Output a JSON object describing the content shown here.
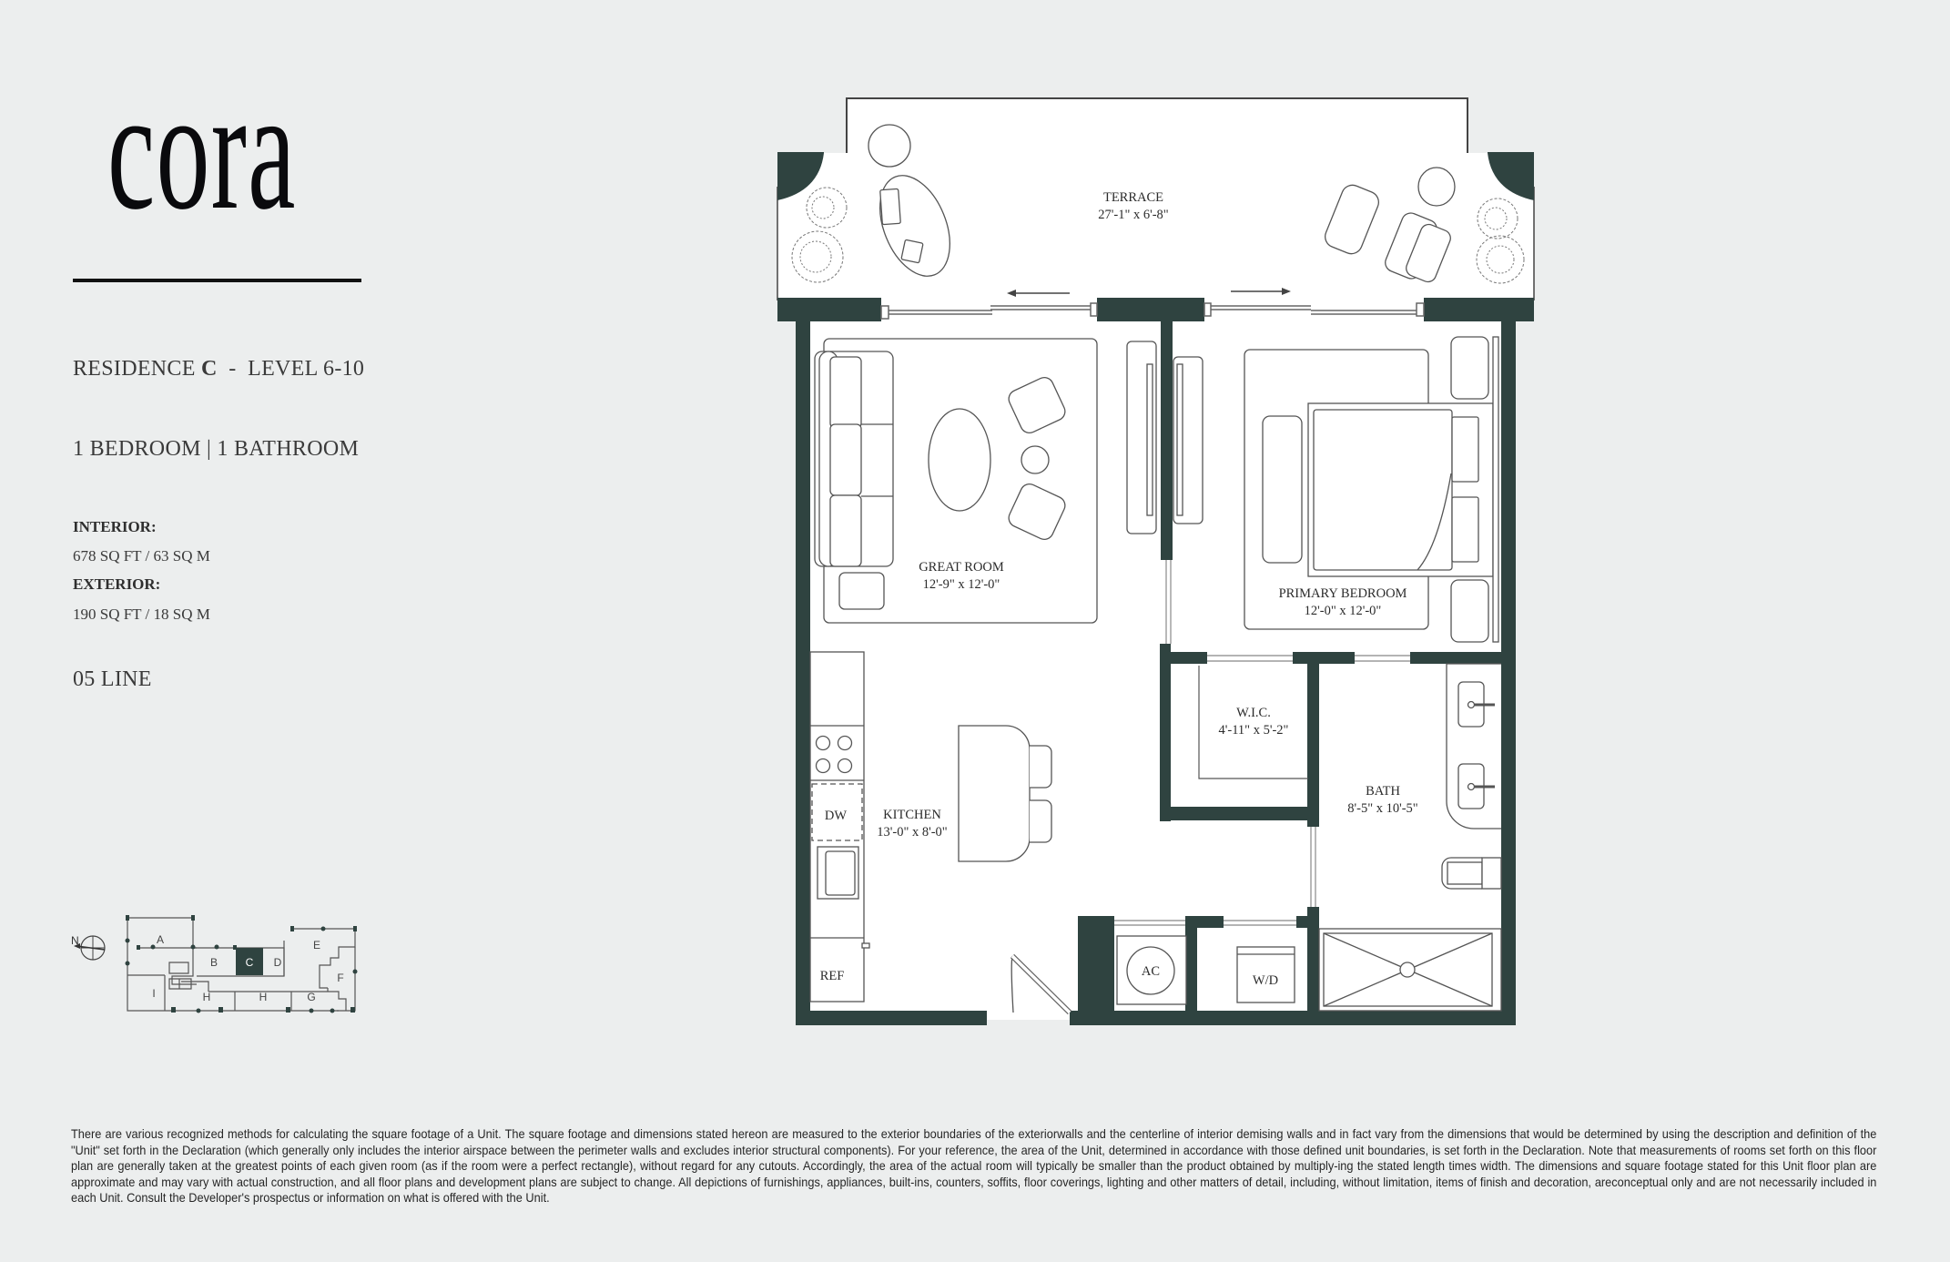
{
  "brand": {
    "logo_text": "cora"
  },
  "residence": {
    "prefix": "RESIDENCE ",
    "letter": "C",
    "suffix": "  -  LEVEL 6-10",
    "bed_bath": "1 BEDROOM | 1 BATHROOM",
    "interior_label": "INTERIOR:",
    "interior_value": "678 SQ FT / 63 SQ M",
    "exterior_label": "EXTERIOR:",
    "exterior_value": "190 SQ FT / 18 SQ M",
    "line": "05 LINE"
  },
  "key_plan": {
    "north_label": "N",
    "units": [
      "A",
      "B",
      "C",
      "D",
      "E",
      "F",
      "G",
      "H",
      "H",
      "I"
    ],
    "highlighted_unit": "C",
    "highlight_color": "#2f4340"
  },
  "floor_plan": {
    "wall_color": "#2f4340",
    "rooms": {
      "terrace": {
        "name": "TERRACE",
        "dims": "27'-1\" x 6'-8\""
      },
      "great_room": {
        "name": "GREAT ROOM",
        "dims": "12'-9\" x 12'-0\""
      },
      "primary_bedroom": {
        "name": "PRIMARY BEDROOM",
        "dims": "12'-0\" x 12'-0\""
      },
      "wic": {
        "name": "W.I.C.",
        "dims": "4'-11\" x 5'-2\""
      },
      "bath": {
        "name": "BATH",
        "dims": "8'-5\" x 10'-5\""
      },
      "kitchen": {
        "name": "KITCHEN",
        "dims": "13'-0\" x 8'-0\""
      }
    },
    "appliances": {
      "dw": "DW",
      "ref": "REF",
      "ac": "AC",
      "wd": "W/D"
    }
  },
  "disclaimer": "There are various recognized methods for calculating the square footage of a Unit. The square footage and dimensions stated hereon are measured to the exterior boundaries of the exteriorwalls and the centerline of interior demising walls and in fact vary from the dimensions that would be determined by using the description and definition of the \"Unit\" set forth in the Declaration (which generally only includes the interior airspace between the perimeter walls and excludes interior structural components). For your reference, the area of the Unit, determined in accordance with those defined unit boundaries, is set forth in the Declaration. Note that measurements of rooms set forth on this floor plan are generally taken at the greatest points of each given room (as if the room were a perfect rectangle), without regard for any cutouts. Accordingly, the area of the actual room will typically be smaller than the product obtained by multiply-ing the stated length times width. The dimensions and square footage stated for this Unit floor plan are approximate and may vary with actual construction, and all floor plans and development plans are subject to change. All depictions of furnishings, appliances, built-ins, counters, soffits, floor coverings, lighting and other matters of detail, including, without limitation, items of finish and decoration, areconceptual only and are not necessarily included in each Unit. Consult the Developer's prospectus or information on what is offered with the Unit."
}
